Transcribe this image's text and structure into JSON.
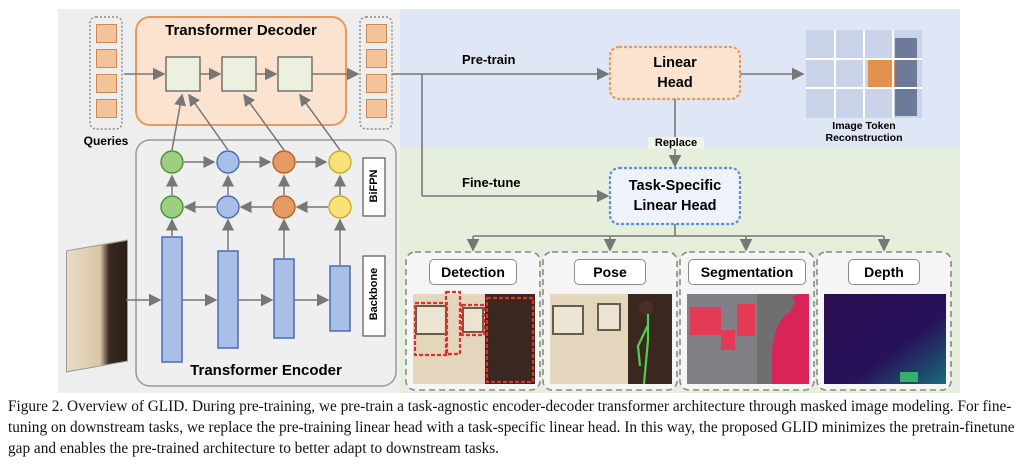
{
  "decoder": {
    "title": "Transformer Decoder"
  },
  "encoder": {
    "title": "Transformer Encoder",
    "bifpn_label": "BiFPN",
    "backbone_label": "Backbone"
  },
  "queries_label": "Queries",
  "pretrain_label": "Pre-train",
  "finetune_label": "Fine-tune",
  "replace_label": "Replace",
  "linear_head": {
    "line1": "Linear",
    "line2": "Head"
  },
  "task_head": {
    "line1": "Task-Specific",
    "line2": "Linear Head"
  },
  "reconstruction": {
    "line1": "Image Token",
    "line2": "Reconstruction"
  },
  "tasks": [
    "Detection",
    "Pose",
    "Segmentation",
    "Depth"
  ],
  "colors": {
    "pretrain_bg": "#dfe6f5",
    "finetune_bg": "#e6efdc",
    "decoder_fill": "#fbe3cf",
    "decoder_border": "#e89a5c",
    "encoder_fill": "#efefef",
    "backbone_blue": "#a9bfe8",
    "green_node": "#9ccf82",
    "blue_node": "#a6c0ea",
    "orange_node": "#e69a64",
    "yellow_node": "#f8e37a",
    "task_head_border": "#5b8fd6"
  },
  "caption": "Figure 2. Overview of GLID. During pre-training, we pre-train a task-agnostic encoder-decoder transformer architecture through masked image modeling. For fine-tuning on downstream tasks, we replace the pre-training linear head with a task-specific linear head. In this way, the proposed GLID minimizes the pretrain-finetune gap and enables the pre-trained architecture to better adapt to downstream tasks."
}
